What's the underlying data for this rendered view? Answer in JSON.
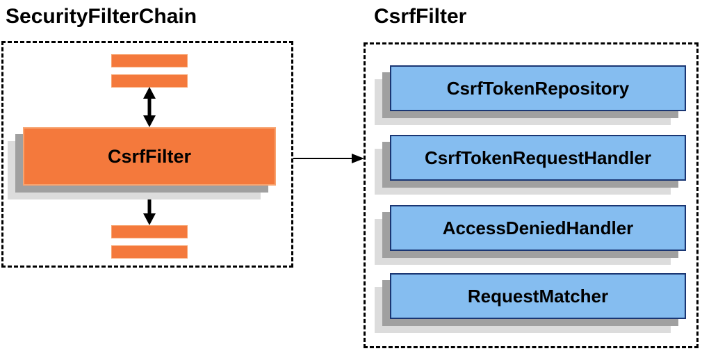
{
  "diagram": {
    "left_panel": {
      "title": "SecurityFilterChain",
      "filter_box_label": "CsrfFilter"
    },
    "right_panel": {
      "title": "CsrfFilter",
      "components": [
        {
          "label": "CsrfTokenRepository"
        },
        {
          "label": "CsrfTokenRequestHandler"
        },
        {
          "label": "AccessDeniedHandler"
        },
        {
          "label": "RequestMatcher"
        }
      ]
    },
    "icons": {
      "vertical_connector": "double-headed-arrow",
      "flow_connector": "right-arrow"
    },
    "colors": {
      "orange_fill": "#F4793C",
      "orange_border": "#F8A470",
      "blue_fill": "#85BDF0",
      "blue_border": "#1A3673",
      "shadow_dark": "#A0A0A0",
      "shadow_light": "#DCDCDC",
      "dashed_border": "#000000",
      "text": "#000000"
    }
  }
}
